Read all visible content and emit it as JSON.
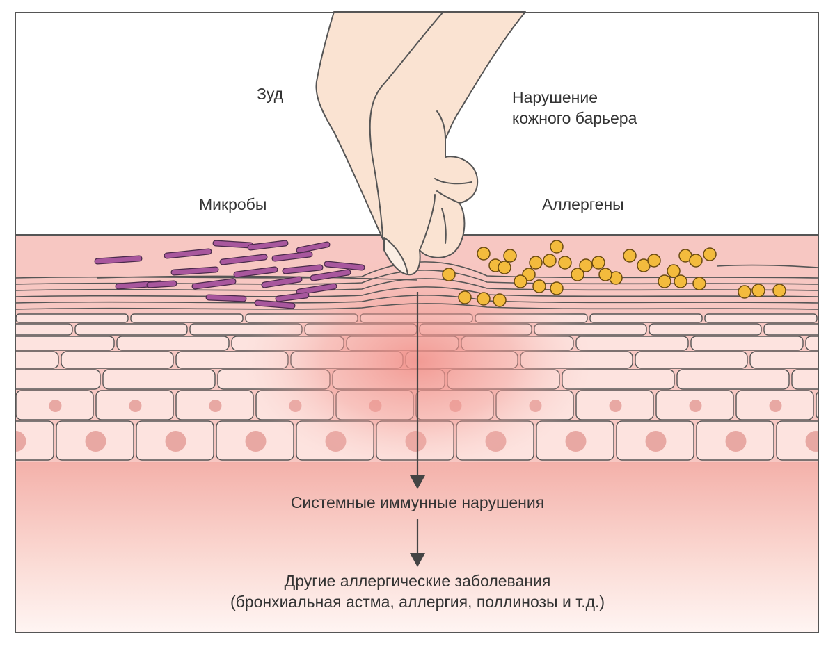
{
  "labels": {
    "itch": "Зуд",
    "barrier_line1": "Нарушение",
    "barrier_line2": "кожного барьера",
    "microbes": "Микробы",
    "allergens": "Аллергены",
    "systemic": "Системные иммунные нарушения",
    "other_line1": "Другие аллергические заболевания",
    "other_line2": "(бронхиальная астма, аллергия, поллинозы и т.д.)"
  },
  "colors": {
    "skin_base": "#f7c7c2",
    "cell_fill": "#fde3df",
    "cell_stroke": "#555555",
    "inflammation": "#f08d86",
    "microbe": "#a8579d",
    "allergen": "#f3bb3d",
    "hand": "#fae3d2",
    "arrow": "#444444"
  },
  "icons": {
    "hand": "scratching-hand-icon",
    "microbe": "rod-bacteria-icon",
    "allergen": "allergen-particle-icon",
    "arrow": "arrow-down-icon"
  }
}
